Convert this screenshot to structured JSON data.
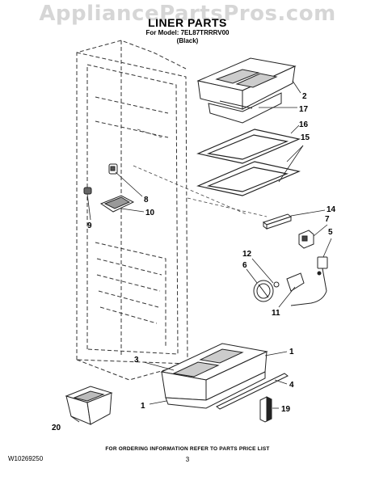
{
  "watermark": "AppliancePartsPros.com",
  "header": {
    "title": "LINER PARTS",
    "model_line": "For Model: 7EL87TRRRV00",
    "variant": "(Black)"
  },
  "callouts": {
    "c2": "2",
    "c17": "17",
    "c16": "16",
    "c15": "15",
    "c8": "8",
    "c10": "10",
    "c9": "9",
    "c14": "14",
    "c7": "7",
    "c5": "5",
    "c12": "12",
    "c6": "6",
    "c11": "11",
    "c3": "3",
    "c1a": "1",
    "c4": "4",
    "c1b": "1",
    "c19": "19",
    "c20": "20"
  },
  "footer": {
    "ordering_note": "FOR ORDERING INFORMATION REFER TO PARTS PRICE LIST",
    "doc_number": "W10269250",
    "page_number": "3"
  }
}
